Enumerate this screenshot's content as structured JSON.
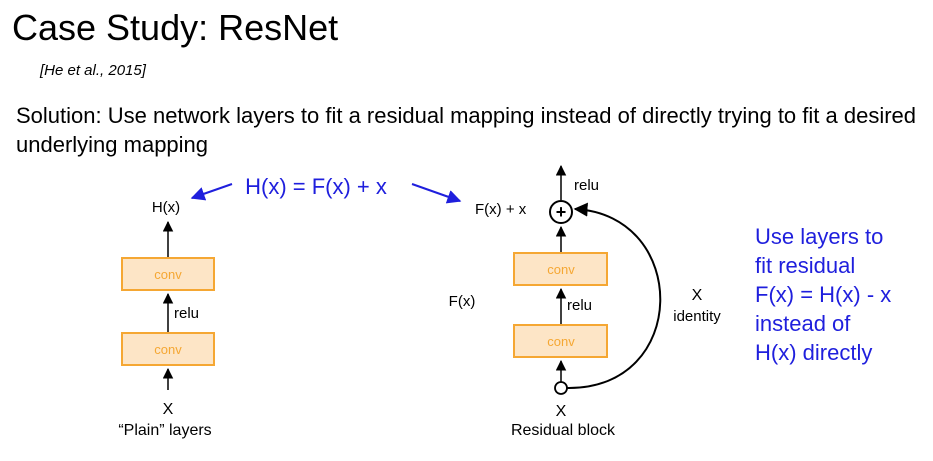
{
  "slide": {
    "title": "Case Study: ResNet",
    "citation": "[He et al., 2015]",
    "solution_text": "Solution: Use network layers to fit a residual mapping instead of directly trying to fit a desired underlying mapping"
  },
  "center_equation": "H(x) = F(x) + x",
  "plain": {
    "output_label": "H(x)",
    "conv_top": "conv",
    "relu": "relu",
    "conv_bottom": "conv",
    "input_label": "X",
    "caption": "“Plain” layers"
  },
  "residual": {
    "output_relu": "relu",
    "sum_label": "F(x) + x",
    "plus_symbol": "+",
    "conv_top": "conv",
    "relu": "relu",
    "conv_bottom": "conv",
    "fx_label": "F(x)",
    "identity_x": "X",
    "identity_label": "identity",
    "input_label": "X",
    "caption": "Residual block"
  },
  "note_lines": [
    "Use layers to",
    "fit residual",
    "F(x) = H(x) - x",
    "instead of",
    "H(x) directly"
  ],
  "colors": {
    "conv_fill": "#fde5c6",
    "conv_stroke": "#f5a733",
    "conv_text": "#f5a733",
    "accent_blue": "#1f1fdd"
  }
}
